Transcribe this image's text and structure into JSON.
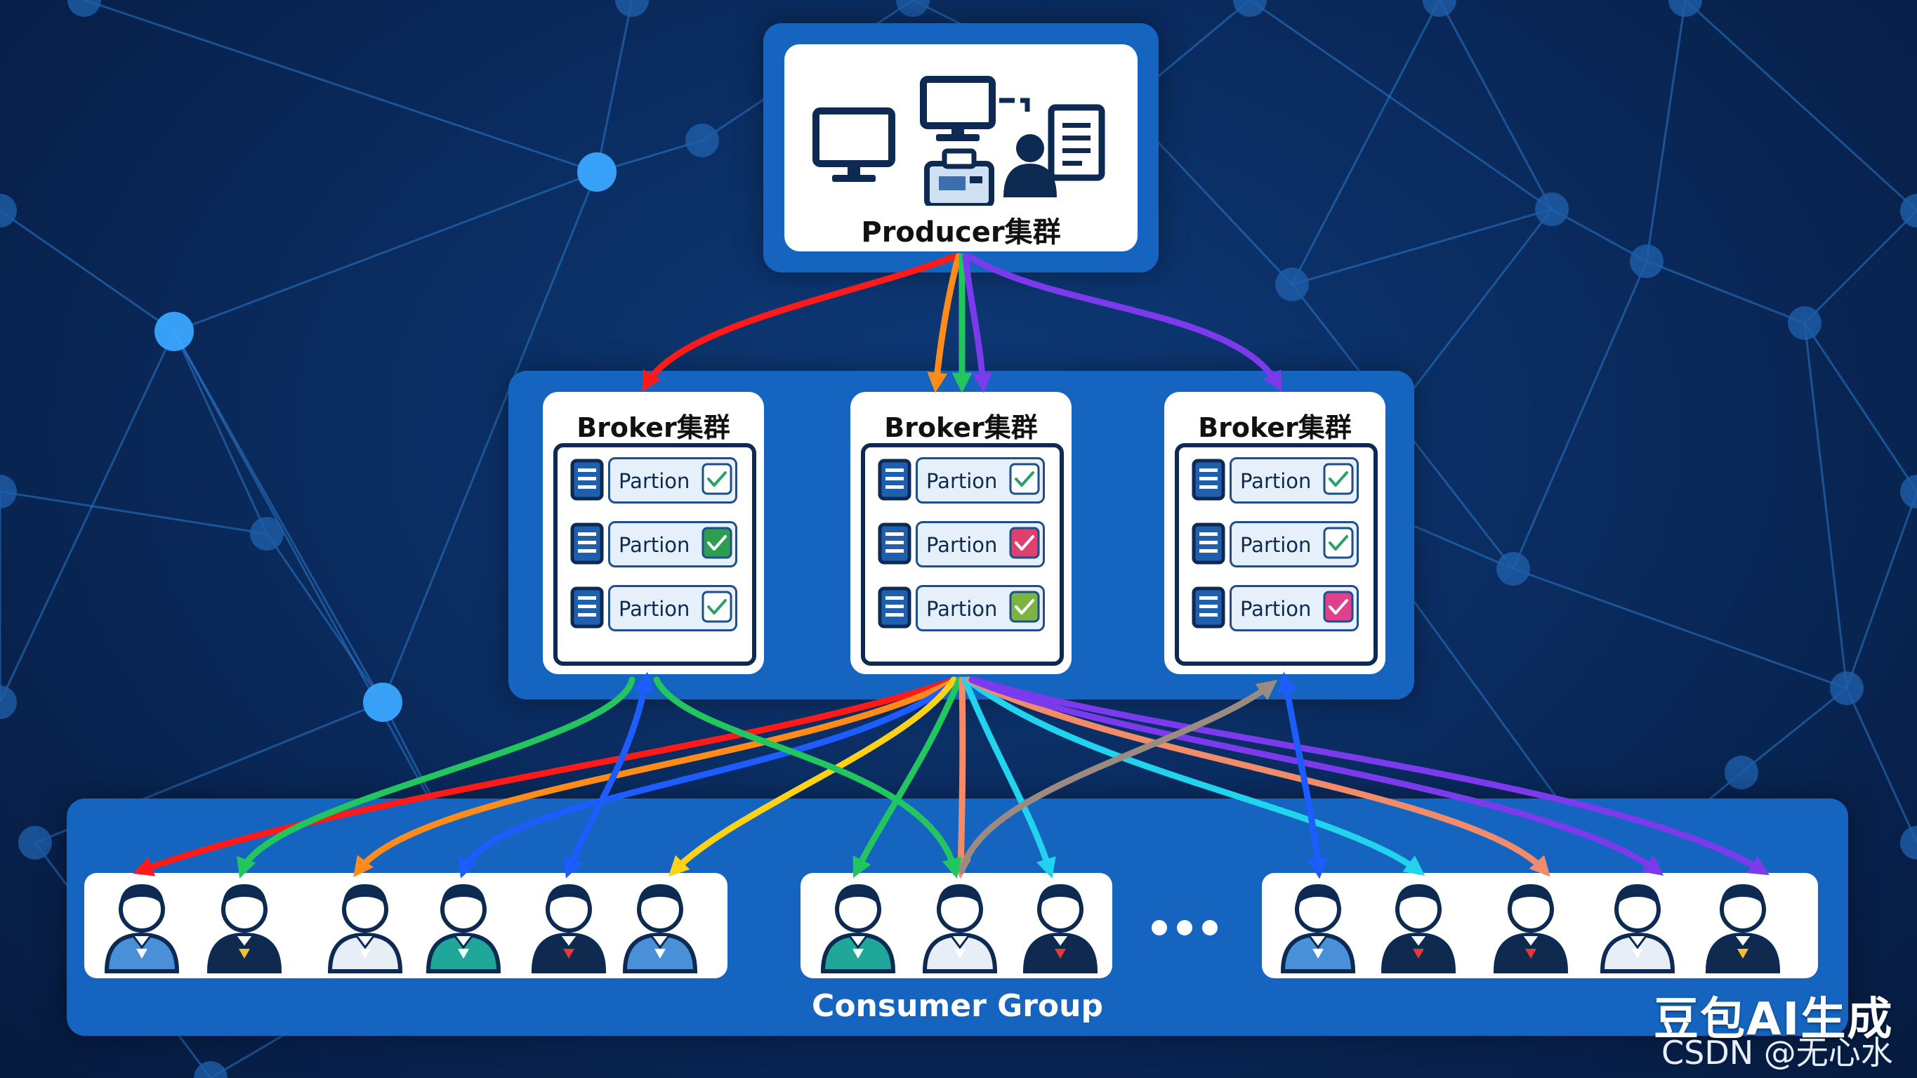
{
  "producer": {
    "title": "Producer集群",
    "icons": [
      "monitor-icon",
      "desktop-icon",
      "cash-register-icon",
      "user-icon",
      "document-icon"
    ]
  },
  "brokers": [
    {
      "title": "Broker集群",
      "partitions": [
        {
          "label": "Partion",
          "status_color": "#ffffff",
          "check_color": "#2aa06a"
        },
        {
          "label": "Partion",
          "status_color": "#2e9d4f",
          "check_color": "#ffffff"
        },
        {
          "label": "Partion",
          "status_color": "#ffffff",
          "check_color": "#2aa06a"
        }
      ]
    },
    {
      "title": "Broker集群",
      "partitions": [
        {
          "label": "Partion",
          "status_color": "#ffffff",
          "check_color": "#2aa06a"
        },
        {
          "label": "Partion",
          "status_color": "#e0406e",
          "check_color": "#ffffff"
        },
        {
          "label": "Partion",
          "status_color": "#7cb342",
          "check_color": "#ffffff"
        }
      ]
    },
    {
      "title": "Broker集群",
      "partitions": [
        {
          "label": "Partion",
          "status_color": "#ffffff",
          "check_color": "#2aa06a"
        },
        {
          "label": "Partion",
          "status_color": "#ffffff",
          "check_color": "#2aa06a"
        },
        {
          "label": "Partion",
          "status_color": "#e0408c",
          "check_color": "#ffffff"
        }
      ]
    }
  ],
  "consumer_group": {
    "title": "Consumer Group",
    "groups": [
      {
        "shirts": [
          "#4a90d9",
          "#0f2a4e",
          "#e8eef6",
          "#1fa89a",
          "#0f2a4e",
          "#4a90d9"
        ],
        "ties": [
          "#ffffff",
          "#f2c12e",
          "#ffffff",
          "#ffffff",
          "#e53935",
          "#ffffff"
        ]
      },
      {
        "shirts": [
          "#1fa89a",
          "#e8eef6",
          "#0f2a4e"
        ],
        "ties": [
          "#ffffff",
          "#ffffff",
          "#e53935"
        ]
      },
      {
        "shirts": [
          "#4a90d9",
          "#0f2a4e",
          "#0f2a4e",
          "#e8eef6",
          "#0f2a4e"
        ],
        "ties": [
          "#ffffff",
          "#e53935",
          "#e53935",
          "#ffffff",
          "#f2c12e"
        ]
      }
    ]
  },
  "colors": {
    "panel": "#1565c0",
    "red": "#ff1a1a",
    "orange": "#ff8c1a",
    "green": "#22c55e",
    "violet": "#7c3aed",
    "yellow": "#ffd21a",
    "blue": "#1d5cff",
    "cyan": "#22d3ee",
    "salmon": "#f28b6a",
    "grey": "#9a8a80"
  },
  "watermark": {
    "logo": "豆包AI生成",
    "credit": "CSDN @无心水"
  }
}
